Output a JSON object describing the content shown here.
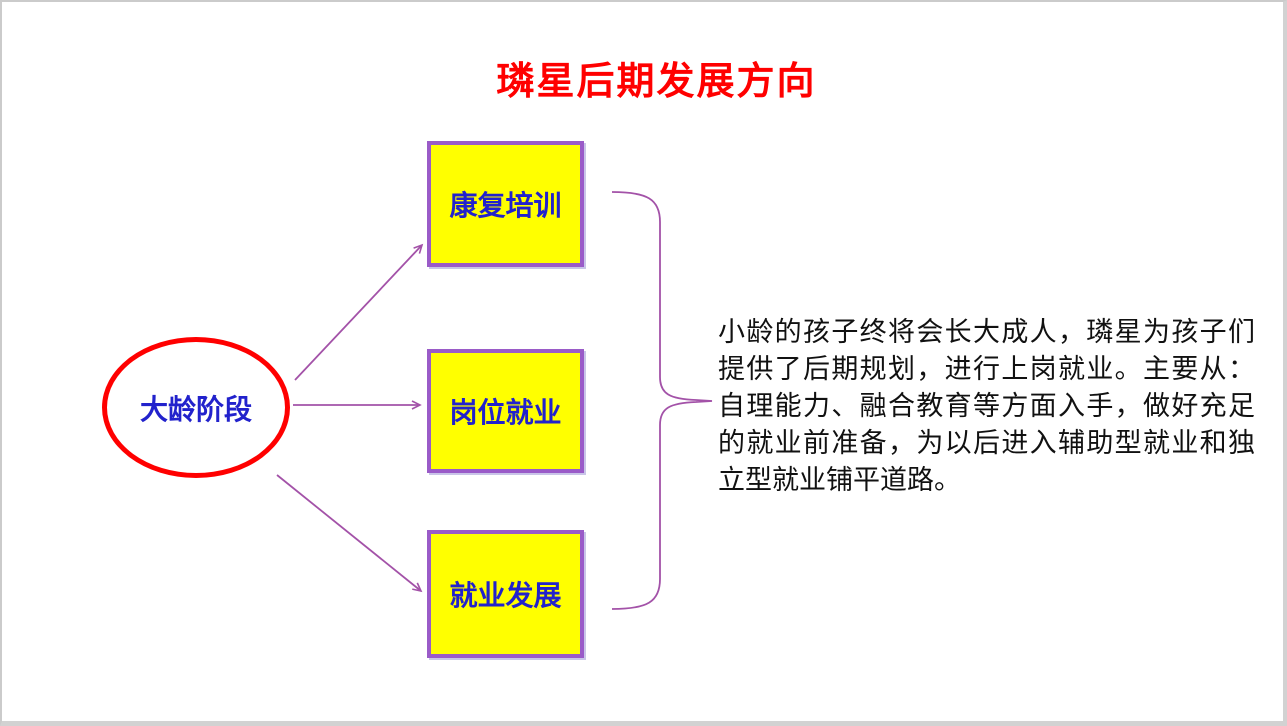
{
  "slide": {
    "title": "璘星后期发展方向",
    "source_node": {
      "label": "大龄阶段"
    },
    "branch_nodes": [
      {
        "label": "康复培训"
      },
      {
        "label": "岗位就业"
      },
      {
        "label": "就业发展"
      }
    ],
    "description": "小龄的孩子终将会长大成人，璘星为孩子们提供了后期规划，进行上岗就业。主要从：自理能力、融合教育等方面入手，做好充足的就业前准备，为以后进入辅助型就业和独立型就业铺平道路。",
    "colors": {
      "title_red": "#FF0000",
      "ellipse_border_red": "#FF0000",
      "node_fill_yellow": "#FFFF00",
      "node_border_purple": "#9A5BC8",
      "node_text_blue": "#2222CC",
      "connector_purple": "#A352A8",
      "body_text": "#111111",
      "frame_gray": "#D2D2D2"
    }
  }
}
